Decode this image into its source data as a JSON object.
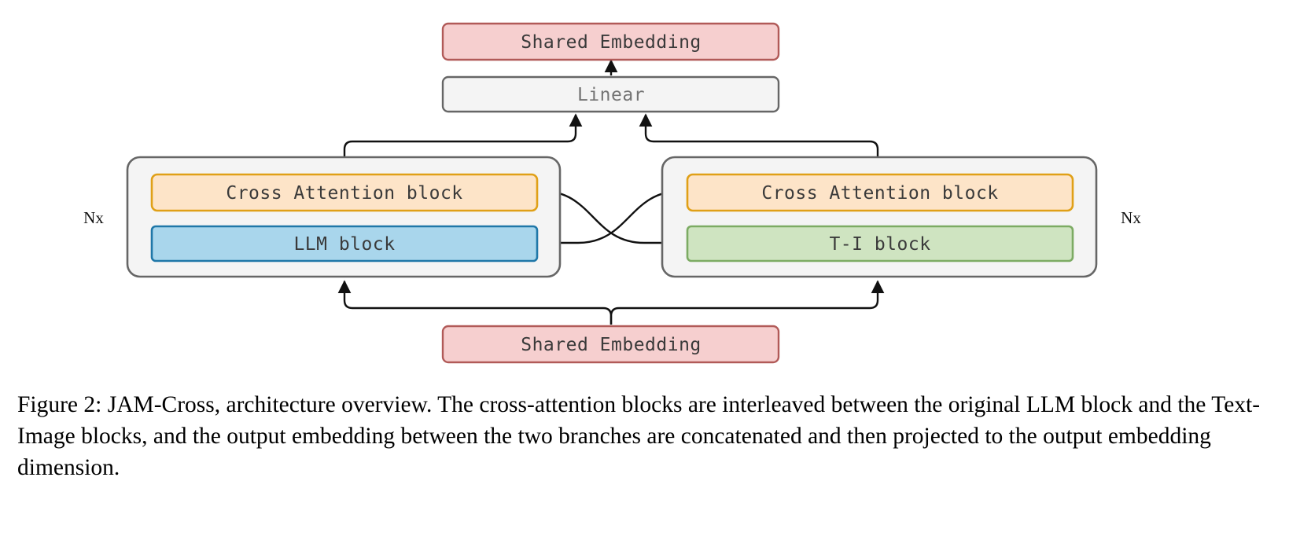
{
  "figure": {
    "id": "figure-2",
    "type": "architecture-diagram",
    "title": "JAM-Cross architecture overview",
    "nodes": {
      "top_shared_embedding": {
        "label": "Shared Embedding",
        "fill": "#f6cfcf",
        "stroke": "#b15a58",
        "text_color": "#3a3a3a"
      },
      "linear": {
        "label": "Linear",
        "fill": "#f4f4f4",
        "stroke": "#666666",
        "text_color": "#707070"
      },
      "left_cross_attention": {
        "label": "Cross Attention block",
        "fill": "#fde4c8",
        "stroke": "#e0a017",
        "text_color": "#3a3a3a"
      },
      "left_llm": {
        "label": "LLM block",
        "fill": "#a9d6ec",
        "stroke": "#1f77a8",
        "text_color": "#3a3a3a"
      },
      "right_cross_attention": {
        "label": "Cross Attention block",
        "fill": "#fde4c8",
        "stroke": "#e0a017",
        "text_color": "#3a3a3a"
      },
      "right_ti": {
        "label": "T-I block",
        "fill": "#cfe4c1",
        "stroke": "#7cab63",
        "text_color": "#3a3a3a"
      },
      "bottom_shared_embedding": {
        "label": "Shared Embedding",
        "fill": "#f6cfcf",
        "stroke": "#b15a58",
        "text_color": "#3a3a3a"
      },
      "left_branch_container": {
        "fill": "#f4f4f4",
        "stroke": "#666666"
      },
      "right_branch_container": {
        "fill": "#f4f4f4",
        "stroke": "#666666"
      }
    },
    "repeat_labels": {
      "left": "Nx",
      "right": "Nx"
    },
    "edge_color": "#111111"
  },
  "caption": {
    "text": "Figure 2: JAM-Cross, architecture overview. The cross-attention blocks are interleaved between the original LLM block and the Text-Image blocks, and the output embedding between the two branches are concatenated and then projected to the output embedding dimension."
  }
}
